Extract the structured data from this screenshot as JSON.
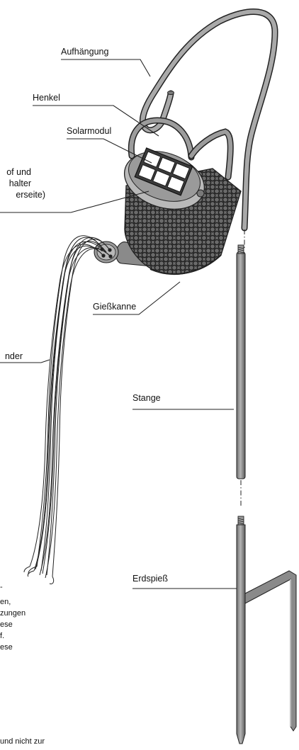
{
  "labels": {
    "aufhaengung": "Aufhängung",
    "henkel": "Henkel",
    "solarmodul": "Solarmodul",
    "giesskanne": "Gießkanne",
    "stange": "Stange",
    "erdspiess": "Erdspieß"
  },
  "cut_text": {
    "spot_line1": "of und",
    "spot_line2": "halter",
    "spot_line3": "erseite)",
    "ender": "nder",
    "hint_line1": "-",
    "hint_line2": "en,",
    "hint_line3": "zungen",
    "hint_line4": "ese",
    "hint_line5": "f.",
    "hint_line6": "ese",
    "hint_line7": "und nicht zur"
  },
  "colors": {
    "line": "#222222",
    "rod": "#8a8a8a",
    "rod_dark": "#5e5e5e",
    "rod_light": "#b8b8b8",
    "can": "#7a7a7a",
    "solar_frame": "#3a3a3a",
    "solar_cell": "#ffffff"
  }
}
